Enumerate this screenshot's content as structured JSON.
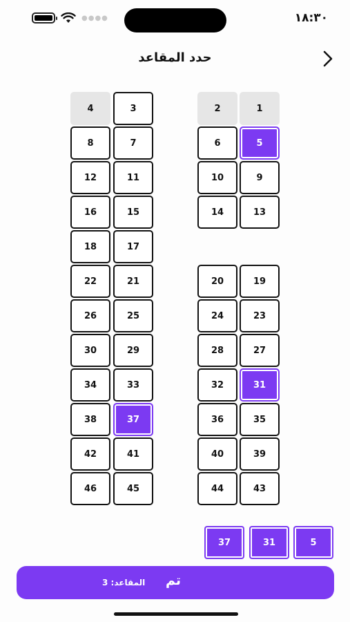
{
  "status_bar": {
    "time": "١٨:٣٠",
    "icons": [
      "battery-icon",
      "wifi-icon",
      "signal-icon"
    ]
  },
  "header": {
    "title": "حدد المقاعد",
    "back_icon": "chevron-right-icon"
  },
  "seats": [
    {
      "label": "1",
      "state": "blocked"
    },
    {
      "label": "2",
      "state": "blocked"
    },
    {
      "label": "3",
      "state": "available"
    },
    {
      "label": "4",
      "state": "blocked"
    },
    {
      "label": "5",
      "state": "selected"
    },
    {
      "label": "6",
      "state": "available"
    },
    {
      "label": "7",
      "state": "available"
    },
    {
      "label": "8",
      "state": "available"
    },
    {
      "label": "9",
      "state": "available"
    },
    {
      "label": "10",
      "state": "available"
    },
    {
      "label": "11",
      "state": "available"
    },
    {
      "label": "12",
      "state": "available"
    },
    {
      "label": "13",
      "state": "available"
    },
    {
      "label": "14",
      "state": "available"
    },
    {
      "label": "15",
      "state": "available"
    },
    {
      "label": "16",
      "state": "available"
    },
    {
      "label": "17",
      "state": "available"
    },
    {
      "label": "18",
      "state": "available"
    },
    {
      "label": "19",
      "state": "available"
    },
    {
      "label": "20",
      "state": "available"
    },
    {
      "label": "21",
      "state": "available"
    },
    {
      "label": "22",
      "state": "available"
    },
    {
      "label": "23",
      "state": "available"
    },
    {
      "label": "24",
      "state": "available"
    },
    {
      "label": "25",
      "state": "available"
    },
    {
      "label": "26",
      "state": "available"
    },
    {
      "label": "27",
      "state": "available"
    },
    {
      "label": "28",
      "state": "available"
    },
    {
      "label": "29",
      "state": "available"
    },
    {
      "label": "30",
      "state": "available"
    },
    {
      "label": "31",
      "state": "selected"
    },
    {
      "label": "32",
      "state": "available"
    },
    {
      "label": "33",
      "state": "available"
    },
    {
      "label": "34",
      "state": "available"
    },
    {
      "label": "35",
      "state": "available"
    },
    {
      "label": "36",
      "state": "available"
    },
    {
      "label": "37",
      "state": "selected"
    },
    {
      "label": "38",
      "state": "available"
    },
    {
      "label": "39",
      "state": "available"
    },
    {
      "label": "40",
      "state": "available"
    },
    {
      "label": "41",
      "state": "available"
    },
    {
      "label": "42",
      "state": "available"
    },
    {
      "label": "43",
      "state": "available"
    },
    {
      "label": "44",
      "state": "available"
    },
    {
      "label": "45",
      "state": "available"
    },
    {
      "label": "46",
      "state": "available"
    }
  ],
  "selected_chips": [
    "5",
    "31",
    "37"
  ],
  "footer": {
    "done_label": "تم",
    "seat_count_label": "المقاعد: 3"
  },
  "colors": {
    "accent": "#7c3af2",
    "blocked": "#e6e6e6",
    "border": "#111111"
  }
}
